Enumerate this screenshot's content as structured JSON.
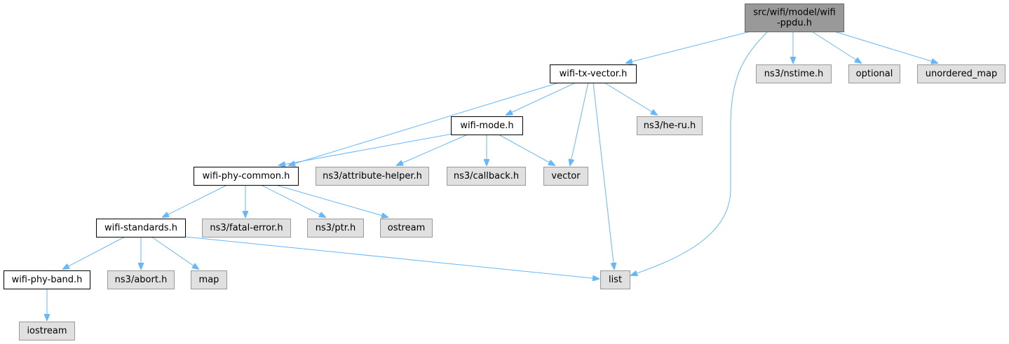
{
  "colors": {
    "edge": "#63b8ff",
    "node_stroke_header": "#666666",
    "node_stroke_system": "#999999",
    "node_stroke_project": "#000000",
    "fill_root": "#999999",
    "fill_project": "#ffffff",
    "fill_system": "#e0e0e0"
  },
  "nodes": [
    {
      "id": "root",
      "kind": "root",
      "lines": [
        "src/wifi/model/wifi",
        "-ppdu.h"
      ]
    },
    {
      "id": "wifi_tx_vector",
      "kind": "project",
      "lines": [
        "wifi-tx-vector.h"
      ]
    },
    {
      "id": "nstime",
      "kind": "system",
      "lines": [
        "ns3/nstime.h"
      ]
    },
    {
      "id": "optional",
      "kind": "system",
      "lines": [
        "optional"
      ]
    },
    {
      "id": "unordered_map",
      "kind": "system",
      "lines": [
        "unordered_map"
      ]
    },
    {
      "id": "wifi_mode",
      "kind": "project",
      "lines": [
        "wifi-mode.h"
      ]
    },
    {
      "id": "he_ru",
      "kind": "system",
      "lines": [
        "ns3/he-ru.h"
      ]
    },
    {
      "id": "wifi_phy_common",
      "kind": "project",
      "lines": [
        "wifi-phy-common.h"
      ]
    },
    {
      "id": "attribute_helper",
      "kind": "system",
      "lines": [
        "ns3/attribute-helper.h"
      ]
    },
    {
      "id": "callback",
      "kind": "system",
      "lines": [
        "ns3/callback.h"
      ]
    },
    {
      "id": "vector",
      "kind": "system",
      "lines": [
        "vector"
      ]
    },
    {
      "id": "wifi_standards",
      "kind": "project",
      "lines": [
        "wifi-standards.h"
      ]
    },
    {
      "id": "fatal_error",
      "kind": "system",
      "lines": [
        "ns3/fatal-error.h"
      ]
    },
    {
      "id": "ptr",
      "kind": "system",
      "lines": [
        "ns3/ptr.h"
      ]
    },
    {
      "id": "ostream",
      "kind": "system",
      "lines": [
        "ostream"
      ]
    },
    {
      "id": "wifi_phy_band",
      "kind": "project",
      "lines": [
        "wifi-phy-band.h"
      ]
    },
    {
      "id": "abort",
      "kind": "system",
      "lines": [
        "ns3/abort.h"
      ]
    },
    {
      "id": "map",
      "kind": "system",
      "lines": [
        "map"
      ]
    },
    {
      "id": "list",
      "kind": "system",
      "lines": [
        "list"
      ]
    },
    {
      "id": "iostream",
      "kind": "system",
      "lines": [
        "iostream"
      ]
    }
  ],
  "edges": [
    {
      "from": "root",
      "to": "wifi_tx_vector"
    },
    {
      "from": "root",
      "to": "nstime"
    },
    {
      "from": "root",
      "to": "optional"
    },
    {
      "from": "root",
      "to": "unordered_map"
    },
    {
      "from": "root",
      "to": "list"
    },
    {
      "from": "wifi_tx_vector",
      "to": "wifi_mode"
    },
    {
      "from": "wifi_tx_vector",
      "to": "he_ru"
    },
    {
      "from": "wifi_tx_vector",
      "to": "wifi_phy_common"
    },
    {
      "from": "wifi_tx_vector",
      "to": "vector"
    },
    {
      "from": "wifi_tx_vector",
      "to": "list"
    },
    {
      "from": "wifi_mode",
      "to": "wifi_phy_common"
    },
    {
      "from": "wifi_mode",
      "to": "attribute_helper"
    },
    {
      "from": "wifi_mode",
      "to": "callback"
    },
    {
      "from": "wifi_mode",
      "to": "vector"
    },
    {
      "from": "wifi_phy_common",
      "to": "wifi_standards"
    },
    {
      "from": "wifi_phy_common",
      "to": "fatal_error"
    },
    {
      "from": "wifi_phy_common",
      "to": "ptr"
    },
    {
      "from": "wifi_phy_common",
      "to": "ostream"
    },
    {
      "from": "wifi_standards",
      "to": "wifi_phy_band"
    },
    {
      "from": "wifi_standards",
      "to": "abort"
    },
    {
      "from": "wifi_standards",
      "to": "map"
    },
    {
      "from": "wifi_standards",
      "to": "list"
    },
    {
      "from": "wifi_phy_band",
      "to": "iostream"
    }
  ]
}
